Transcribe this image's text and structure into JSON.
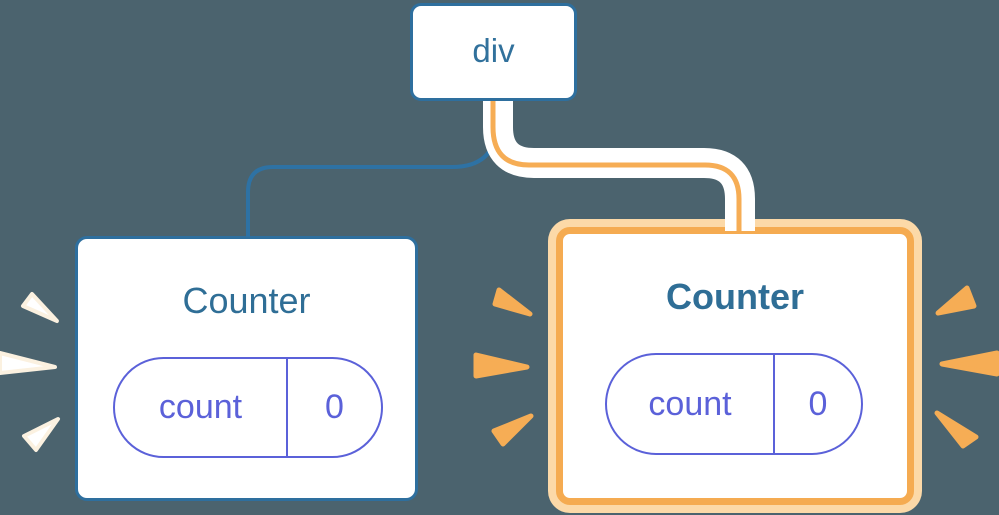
{
  "diagram": {
    "description": "React component tree: div root with two Counter children; right Counter highlighted as updated",
    "background_color": "#4b636e",
    "root_node": {
      "label": "div"
    },
    "left_card": {
      "title": "Counter",
      "pill": {
        "key": "count",
        "value": "0"
      }
    },
    "right_card": {
      "title": "Counter",
      "pill": {
        "key": "count",
        "value": "0"
      }
    },
    "colors": {
      "node_border_blue": "#2e6f9e",
      "title_text": "#2f6e96",
      "pill_indigo": "#5b61d9",
      "highlight_orange": "#f5ab51",
      "highlight_light_orange": "#fcd9a8",
      "edge_blue": "#2e72a4",
      "edge_orange": "#f6ad55",
      "edge_casing": "#ffffff",
      "spark_white": "#ffffff"
    },
    "icons": {
      "left_sparks": "white-burst-icon",
      "middle_sparks": "orange-burst-icon",
      "right_sparks": "orange-burst-icon"
    }
  }
}
